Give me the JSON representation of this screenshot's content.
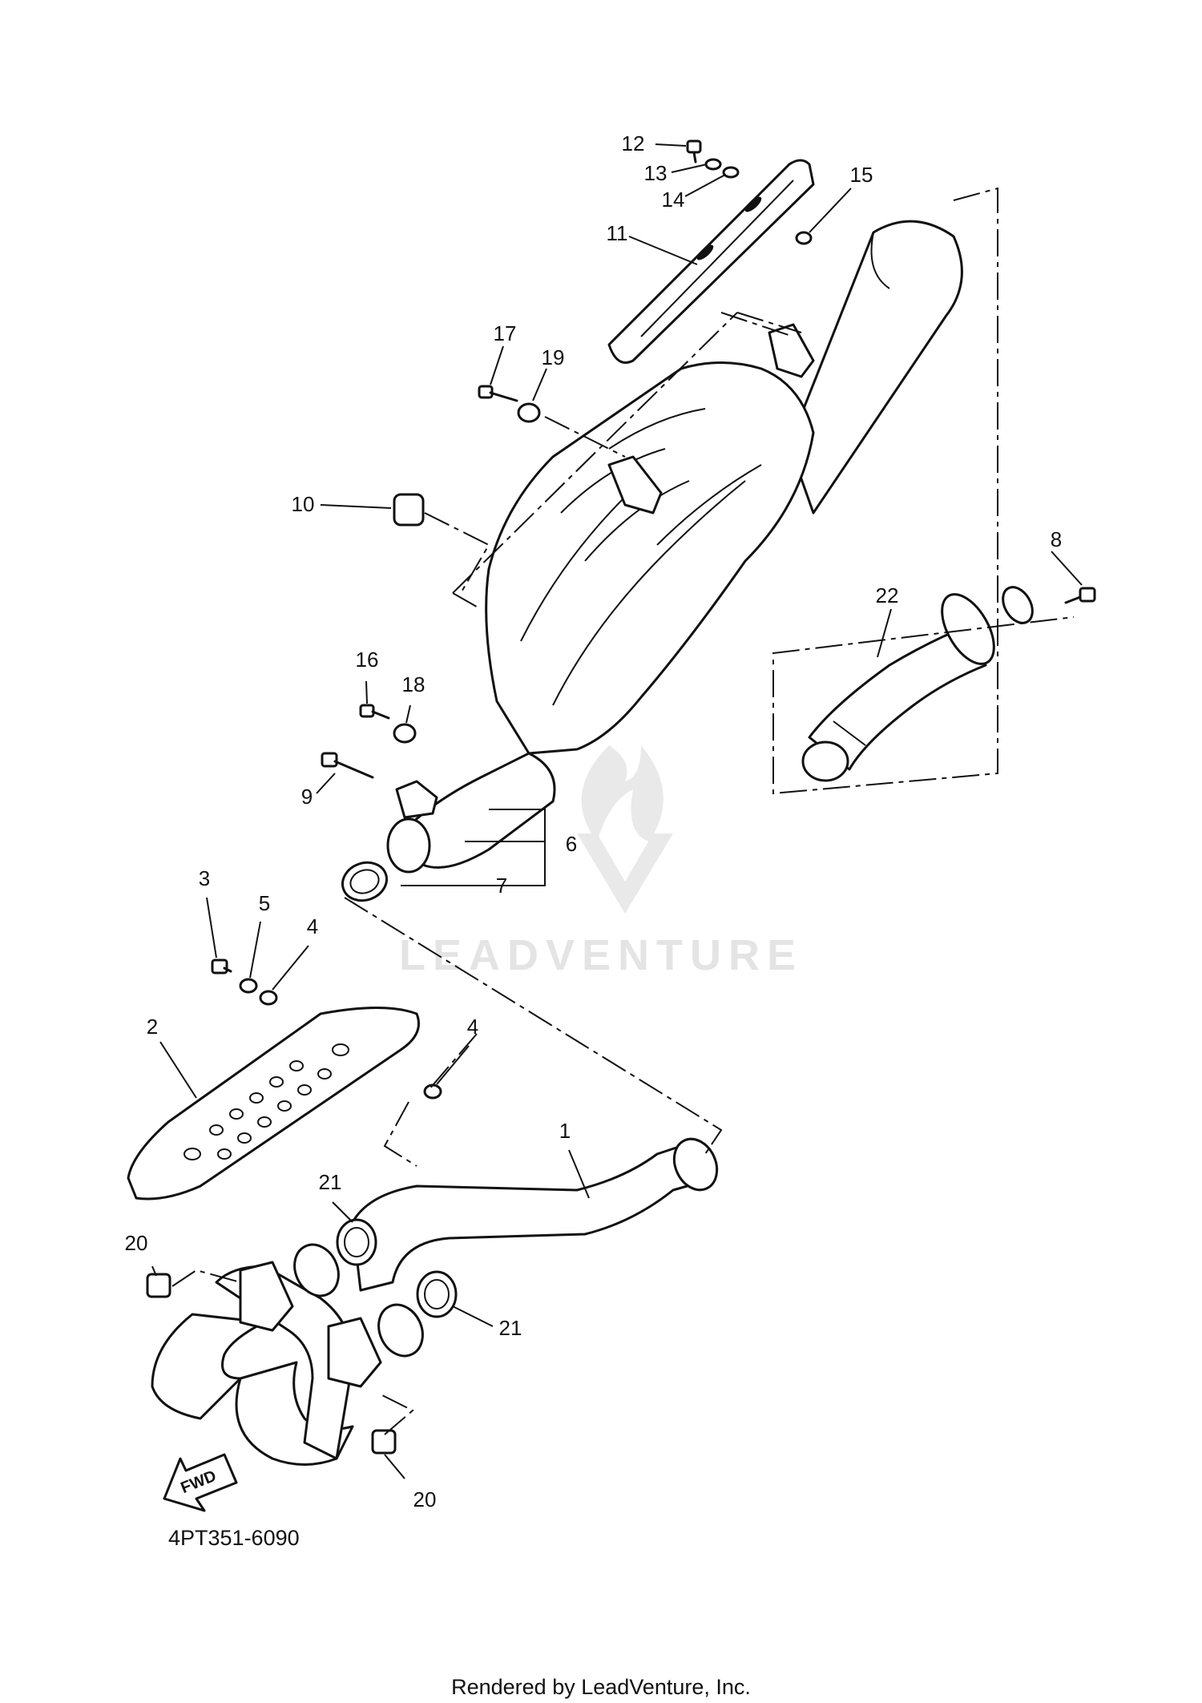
{
  "diagram": {
    "part_number": "4PT351-6090",
    "footer_text": "Rendered by LeadVenture, Inc.",
    "watermark_text": "LEADVENTURE",
    "fwd_arrow_label": "FWD",
    "callouts": [
      {
        "id": "c1",
        "label": "1"
      },
      {
        "id": "c2",
        "label": "2"
      },
      {
        "id": "c3",
        "label": "3"
      },
      {
        "id": "c4a",
        "label": "4"
      },
      {
        "id": "c4b",
        "label": "4"
      },
      {
        "id": "c5",
        "label": "5"
      },
      {
        "id": "c6",
        "label": "6"
      },
      {
        "id": "c7",
        "label": "7"
      },
      {
        "id": "c8",
        "label": "8"
      },
      {
        "id": "c9",
        "label": "9"
      },
      {
        "id": "c10",
        "label": "10"
      },
      {
        "id": "c11",
        "label": "11"
      },
      {
        "id": "c12",
        "label": "12"
      },
      {
        "id": "c13",
        "label": "13"
      },
      {
        "id": "c14",
        "label": "14"
      },
      {
        "id": "c15",
        "label": "15"
      },
      {
        "id": "c16",
        "label": "16"
      },
      {
        "id": "c17",
        "label": "17"
      },
      {
        "id": "c18",
        "label": "18"
      },
      {
        "id": "c19",
        "label": "19"
      },
      {
        "id": "c20a",
        "label": "20"
      },
      {
        "id": "c20b",
        "label": "20"
      },
      {
        "id": "c21a",
        "label": "21"
      },
      {
        "id": "c21b",
        "label": "21"
      },
      {
        "id": "c22",
        "label": "22"
      }
    ]
  }
}
